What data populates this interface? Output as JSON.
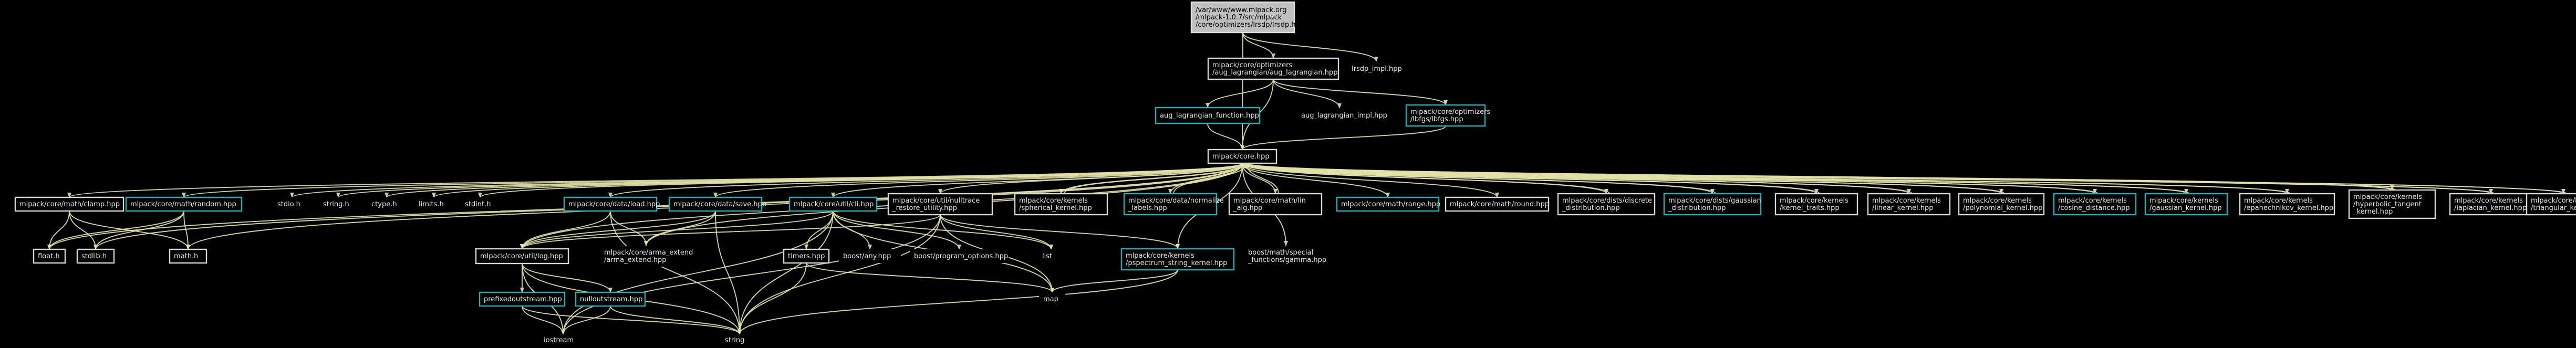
{
  "graph": {
    "root_id": "root",
    "colors": {
      "background": "#000000",
      "edge": "#e2e2a8",
      "linked_border": "#18b3b8",
      "local_border": "#d8d8d8",
      "root_fill": "#bfbfbf",
      "text": "#e6e6e6"
    },
    "nodes": [
      {
        "id": "root",
        "type": "root",
        "lines": [
          "/var/www/www.mlpack.org",
          "/mlpack-1.0.7/src/mlpack",
          "/core/optimizers/lrsdp/lrsdp.hpp"
        ]
      },
      {
        "id": "auglag",
        "type": "local",
        "lines": [
          "mlpack/core/optimizers",
          "/aug_lagrangian/aug_lagrangian.hpp"
        ]
      },
      {
        "id": "lrsdp_impl",
        "type": "external",
        "lines": [
          "lrsdp_impl.hpp"
        ]
      },
      {
        "id": "auglag_fn",
        "type": "linked",
        "lines": [
          "aug_lagrangian_function.hpp"
        ]
      },
      {
        "id": "auglag_impl",
        "type": "external",
        "lines": [
          "aug_lagrangian_impl.hpp"
        ]
      },
      {
        "id": "lbfgs",
        "type": "linked",
        "lines": [
          "mlpack/core/optimizers",
          "/lbfgs/lbfgs.hpp"
        ]
      },
      {
        "id": "core",
        "type": "local",
        "lines": [
          "mlpack/core.hpp"
        ]
      },
      {
        "id": "clamp",
        "type": "local",
        "lines": [
          "mlpack/core/math/clamp.hpp"
        ]
      },
      {
        "id": "random",
        "type": "linked",
        "lines": [
          "mlpack/core/math/random.hpp"
        ]
      },
      {
        "id": "stdio",
        "type": "external",
        "lines": [
          "stdio.h"
        ]
      },
      {
        "id": "string_h",
        "type": "external",
        "lines": [
          "string.h"
        ]
      },
      {
        "id": "ctype",
        "type": "external",
        "lines": [
          "ctype.h"
        ]
      },
      {
        "id": "limits",
        "type": "external",
        "lines": [
          "limits.h"
        ]
      },
      {
        "id": "stdint",
        "type": "external",
        "lines": [
          "stdint.h"
        ]
      },
      {
        "id": "load",
        "type": "linked",
        "lines": [
          "mlpack/core/data/load.hpp"
        ]
      },
      {
        "id": "save",
        "type": "linked",
        "lines": [
          "mlpack/core/data/save.hpp"
        ]
      },
      {
        "id": "cli",
        "type": "linked",
        "lines": [
          "mlpack/core/util/cli.hpp"
        ]
      },
      {
        "id": "nulltrace",
        "type": "local",
        "lines": [
          "mlpack/core/util/nulltrace",
          "_restore_utility.hpp"
        ]
      },
      {
        "id": "spherical",
        "type": "local",
        "lines": [
          "mlpack/core/kernels",
          "/spherical_kernel.hpp"
        ]
      },
      {
        "id": "normalize",
        "type": "linked",
        "lines": [
          "mlpack/core/data/normalize",
          "_labels.hpp"
        ]
      },
      {
        "id": "lin_alg",
        "type": "local",
        "lines": [
          "mlpack/core/math/lin",
          "_alg.hpp"
        ]
      },
      {
        "id": "range",
        "type": "linked",
        "lines": [
          "mlpack/core/math/range.hpp"
        ]
      },
      {
        "id": "round",
        "type": "local",
        "lines": [
          "mlpack/core/math/round.hpp"
        ]
      },
      {
        "id": "discrete",
        "type": "local",
        "lines": [
          "mlpack/core/dists/discrete",
          "_distribution.hpp"
        ]
      },
      {
        "id": "gaussian_dist",
        "type": "linked",
        "lines": [
          "mlpack/core/dists/gaussian",
          "_distribution.hpp"
        ]
      },
      {
        "id": "kernel_traits",
        "type": "local",
        "lines": [
          "mlpack/core/kernels",
          "/kernel_traits.hpp"
        ]
      },
      {
        "id": "linear",
        "type": "local",
        "lines": [
          "mlpack/core/kernels",
          "/linear_kernel.hpp"
        ]
      },
      {
        "id": "polynomial",
        "type": "local",
        "lines": [
          "mlpack/core/kernels",
          "/polynomial_kernel.hpp"
        ]
      },
      {
        "id": "cosine",
        "type": "linked",
        "lines": [
          "mlpack/core/kernels",
          "/cosine_distance.hpp"
        ]
      },
      {
        "id": "gaussian_kernel",
        "type": "linked",
        "lines": [
          "mlpack/core/kernels",
          "/gaussian_kernel.hpp"
        ]
      },
      {
        "id": "epanechnikov",
        "type": "local",
        "lines": [
          "mlpack/core/kernels",
          "/epanechnikov_kernel.hpp"
        ]
      },
      {
        "id": "hyperbolic",
        "type": "local",
        "lines": [
          "mlpack/core/kernels",
          "/hyperbolic_tangent",
          "_kernel.hpp"
        ]
      },
      {
        "id": "laplacian",
        "type": "local",
        "lines": [
          "mlpack/core/kernels",
          "/laplacian_kernel.hpp"
        ]
      },
      {
        "id": "triangular",
        "type": "local",
        "lines": [
          "mlpack/core/kernels",
          "/triangular_kernel.hpp"
        ]
      },
      {
        "id": "float",
        "type": "local",
        "lines": [
          "float.h"
        ]
      },
      {
        "id": "stdlib",
        "type": "local",
        "lines": [
          "stdlib.h"
        ]
      },
      {
        "id": "math",
        "type": "local",
        "lines": [
          "math.h"
        ]
      },
      {
        "id": "log",
        "type": "local",
        "lines": [
          "mlpack/core/util/log.hpp"
        ]
      },
      {
        "id": "arma_extend",
        "type": "external",
        "lines": [
          "mlpack/core/arma_extend",
          "/arma_extend.hpp"
        ]
      },
      {
        "id": "timers",
        "type": "local",
        "lines": [
          "timers.hpp"
        ]
      },
      {
        "id": "boost_any",
        "type": "external",
        "lines": [
          "boost/any.hpp"
        ]
      },
      {
        "id": "boost_po",
        "type": "external",
        "lines": [
          "boost/program_options.hpp"
        ]
      },
      {
        "id": "list",
        "type": "external",
        "lines": [
          "list"
        ]
      },
      {
        "id": "pspectrum",
        "type": "linked",
        "lines": [
          "mlpack/core/kernels",
          "/pspectrum_string_kernel.hpp"
        ]
      },
      {
        "id": "gamma",
        "type": "external",
        "lines": [
          "boost/math/special",
          "_functions/gamma.hpp"
        ]
      },
      {
        "id": "prefixedoutstream",
        "type": "linked",
        "lines": [
          "prefixedoutstream.hpp"
        ]
      },
      {
        "id": "nulloutstream",
        "type": "linked",
        "lines": [
          "nulloutstream.hpp"
        ]
      },
      {
        "id": "map",
        "type": "external",
        "lines": [
          "map"
        ]
      },
      {
        "id": "iostream",
        "type": "external",
        "lines": [
          "iostream"
        ]
      },
      {
        "id": "string",
        "type": "external",
        "lines": [
          "string"
        ]
      }
    ],
    "edges": [
      [
        "root",
        "auglag"
      ],
      [
        "root",
        "lrsdp_impl"
      ],
      [
        "root",
        "core"
      ],
      [
        "auglag",
        "core"
      ],
      [
        "auglag",
        "auglag_fn"
      ],
      [
        "auglag",
        "auglag_impl"
      ],
      [
        "auglag",
        "lbfgs"
      ],
      [
        "auglag_fn",
        "core"
      ],
      [
        "lbfgs",
        "core"
      ],
      [
        "core",
        "clamp"
      ],
      [
        "core",
        "random"
      ],
      [
        "core",
        "stdio"
      ],
      [
        "core",
        "string_h"
      ],
      [
        "core",
        "ctype"
      ],
      [
        "core",
        "limits"
      ],
      [
        "core",
        "stdint"
      ],
      [
        "core",
        "load"
      ],
      [
        "core",
        "save"
      ],
      [
        "core",
        "cli"
      ],
      [
        "core",
        "nulltrace"
      ],
      [
        "core",
        "spherical"
      ],
      [
        "core",
        "normalize"
      ],
      [
        "core",
        "lin_alg"
      ],
      [
        "core",
        "range"
      ],
      [
        "core",
        "round"
      ],
      [
        "core",
        "discrete"
      ],
      [
        "core",
        "gaussian_dist"
      ],
      [
        "core",
        "kernel_traits"
      ],
      [
        "core",
        "linear"
      ],
      [
        "core",
        "polynomial"
      ],
      [
        "core",
        "cosine"
      ],
      [
        "core",
        "gaussian_kernel"
      ],
      [
        "core",
        "epanechnikov"
      ],
      [
        "core",
        "hyperbolic"
      ],
      [
        "core",
        "laplacian"
      ],
      [
        "core",
        "triangular"
      ],
      [
        "core",
        "float"
      ],
      [
        "core",
        "stdlib"
      ],
      [
        "core",
        "math"
      ],
      [
        "core",
        "arma_extend"
      ],
      [
        "core",
        "pspectrum"
      ],
      [
        "core",
        "log"
      ],
      [
        "core",
        "gamma"
      ],
      [
        "spherical",
        "core"
      ],
      [
        "normalize",
        "core"
      ],
      [
        "lin_alg",
        "core"
      ],
      [
        "discrete",
        "core"
      ],
      [
        "gaussian_dist",
        "core"
      ],
      [
        "kernel_traits",
        "core"
      ],
      [
        "linear",
        "core"
      ],
      [
        "polynomial",
        "core"
      ],
      [
        "cosine",
        "core"
      ],
      [
        "gaussian_kernel",
        "core"
      ],
      [
        "epanechnikov",
        "core"
      ],
      [
        "hyperbolic",
        "core"
      ],
      [
        "laplacian",
        "core"
      ],
      [
        "triangular",
        "core"
      ],
      [
        "clamp",
        "float"
      ],
      [
        "clamp",
        "stdlib"
      ],
      [
        "clamp",
        "math"
      ],
      [
        "random",
        "float"
      ],
      [
        "random",
        "stdlib"
      ],
      [
        "random",
        "math"
      ],
      [
        "load",
        "log"
      ],
      [
        "load",
        "arma_extend"
      ],
      [
        "load",
        "string"
      ],
      [
        "save",
        "log"
      ],
      [
        "save",
        "arma_extend"
      ],
      [
        "save",
        "string"
      ],
      [
        "cli",
        "log"
      ],
      [
        "cli",
        "timers"
      ],
      [
        "cli",
        "boost_any"
      ],
      [
        "cli",
        "boost_po"
      ],
      [
        "cli",
        "list"
      ],
      [
        "cli",
        "map"
      ],
      [
        "cli",
        "string"
      ],
      [
        "cli",
        "iostream"
      ],
      [
        "nulltrace",
        "list"
      ],
      [
        "nulltrace",
        "string"
      ],
      [
        "nulltrace",
        "map"
      ],
      [
        "nulltrace",
        "pspectrum"
      ],
      [
        "nulltrace",
        "log"
      ],
      [
        "nulltrace",
        "iostream"
      ],
      [
        "pspectrum",
        "map"
      ],
      [
        "pspectrum",
        "string"
      ],
      [
        "timers",
        "map"
      ],
      [
        "timers",
        "string"
      ],
      [
        "log",
        "prefixedoutstream"
      ],
      [
        "log",
        "nulloutstream"
      ],
      [
        "log",
        "iostream"
      ],
      [
        "log",
        "string"
      ],
      [
        "prefixedoutstream",
        "iostream"
      ],
      [
        "prefixedoutstream",
        "string"
      ],
      [
        "nulloutstream",
        "iostream"
      ],
      [
        "nulloutstream",
        "string"
      ]
    ]
  }
}
